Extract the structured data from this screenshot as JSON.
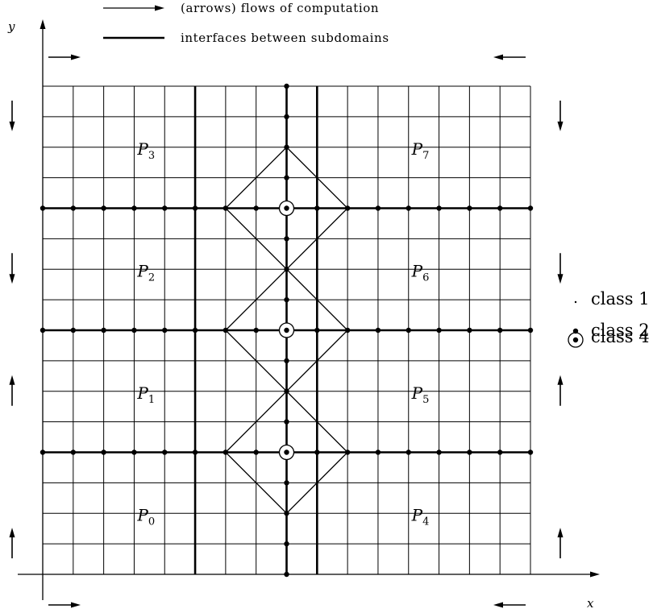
{
  "legend": {
    "arrows_text": "(arrows) flows of computation",
    "interfaces_text": "interfaces between subdomains"
  },
  "axes": {
    "x_label": "x",
    "y_label": "y"
  },
  "grid": {
    "columns": 16,
    "rows": 16,
    "vertical_interfaces_after_columns": [
      5,
      8,
      9
    ],
    "horizontal_interfaces_after_rows": [
      4,
      8,
      12
    ],
    "class4_marker_rows": [
      4,
      8,
      12
    ]
  },
  "subdomains": [
    {
      "name": "P",
      "sub": "0",
      "col": 3.5,
      "row": 2
    },
    {
      "name": "P",
      "sub": "1",
      "col": 3.5,
      "row": 6
    },
    {
      "name": "P",
      "sub": "2",
      "col": 3.5,
      "row": 10
    },
    {
      "name": "P",
      "sub": "3",
      "col": 3.5,
      "row": 14
    },
    {
      "name": "P",
      "sub": "4",
      "col": 12.5,
      "row": 2
    },
    {
      "name": "P",
      "sub": "5",
      "col": 12.5,
      "row": 6
    },
    {
      "name": "P",
      "sub": "6",
      "col": 12.5,
      "row": 10
    },
    {
      "name": "P",
      "sub": "7",
      "col": 12.5,
      "row": 14
    }
  ],
  "point_classes": [
    {
      "symbol": "dot-small",
      "label": "class 1"
    },
    {
      "symbol": "dot-large",
      "label": "class 2"
    },
    {
      "symbol": "circle-dot",
      "label": "class 4"
    }
  ],
  "flow_arrows": {
    "top": [
      {
        "side": "left",
        "direction": "right"
      },
      {
        "side": "right",
        "direction": "left"
      }
    ],
    "bottom": [
      {
        "side": "left",
        "direction": "right"
      },
      {
        "side": "right",
        "direction": "left"
      }
    ],
    "side_levels": [
      {
        "row_center": 1,
        "direction": "up"
      },
      {
        "row_center": 6,
        "direction": "up"
      },
      {
        "row_center": 10,
        "direction": "down"
      },
      {
        "row_center": 15,
        "direction": "down"
      }
    ]
  }
}
